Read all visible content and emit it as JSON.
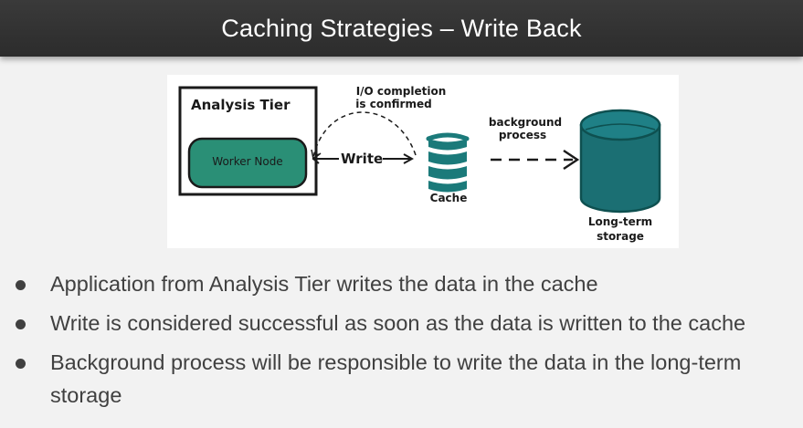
{
  "title": "Caching Strategies – Write Back",
  "diagram": {
    "analysis_tier_label": "Analysis Tier",
    "worker_node_label": "Worker Node",
    "write_label": "Write",
    "io_completion_line1": "I/O completion",
    "io_completion_line2": "is confirmed",
    "cache_label": "Cache",
    "background_line1": "background",
    "background_line2": "process",
    "storage_line1": "Long-term",
    "storage_line2": "storage",
    "colors": {
      "teal": "#1b7a7a",
      "teal_dark": "#0e5050",
      "worker_fill": "#2a8f76"
    }
  },
  "bullets": [
    "Application from Analysis Tier writes the data in the cache",
    "Write is considered successful as soon as the data is written to the cache",
    "Background process will be responsible to write the data in the long-term storage"
  ]
}
